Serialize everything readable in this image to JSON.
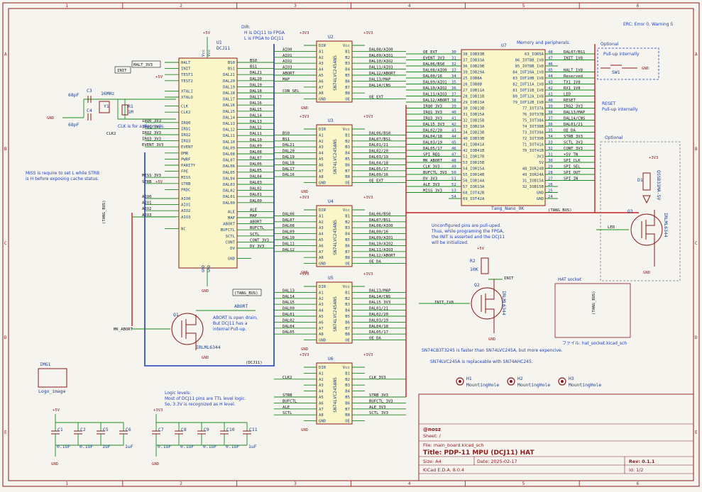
{
  "erc": "ERC: Error 0, Warning 5",
  "grid": {
    "cols": [
      "1",
      "2",
      "3",
      "4",
      "5",
      "6"
    ],
    "rows": [
      "A",
      "B",
      "C",
      "D",
      "E"
    ]
  },
  "u1": {
    "ref": "U1",
    "value": "DCJ11",
    "power": "+5V",
    "left_pins": [
      "HALT",
      "INIT",
      "TEST1",
      "TEST2",
      "XTALI",
      "XTALO",
      "CLK",
      "CLK2",
      "IRQ0",
      "IRQ1",
      "IRQ2",
      "IRQ3",
      "EVENT",
      "DMR",
      "PWRF",
      "PARITY",
      "FPE",
      "MISS",
      "STRB",
      "PRDC",
      "AIO0",
      "AIO1",
      "AIO2",
      "AIO3",
      "NC"
    ],
    "right_pins": [
      "BS0",
      "BS1",
      "DAL21",
      "DAL20",
      "DAL19",
      "DAL18",
      "DAL17",
      "DAL16",
      "DAL15",
      "DAL14",
      "DAL13",
      "DAL12",
      "DAL11",
      "DAL10",
      "DAL09",
      "DAL08",
      "DAL07",
      "DAL06",
      "DAL05",
      "DAL04",
      "DAL03",
      "DAL02",
      "DAL01",
      "DAL00",
      "ALE",
      "MAP",
      "ABORT",
      "BUFCTL",
      "SCTL",
      "CONT",
      "DV",
      "GND"
    ],
    "bottom_pins": [
      "Vcc",
      "Vcc",
      "GND",
      "GND"
    ]
  },
  "u1_nets_left": [
    "HALT_3V3",
    "INIT",
    "+5V",
    "",
    "",
    "",
    "CLK",
    "CLK2",
    "IRQ0_3V3",
    "IRQ1_3V3",
    "IRQ2_3V3",
    "IRQ3_3V3",
    "EVENT_3V3",
    "+5V",
    "",
    "",
    "",
    "MISS_3V3",
    "STRB",
    "",
    "AIO0",
    "AIO1",
    "AIO2",
    "AIO3",
    ""
  ],
  "u1_nets_right": [
    "BS0",
    "BS1",
    "DAL21",
    "DAL20",
    "DAL19",
    "DAL18",
    "DAL17",
    "DAL16",
    "DAL15",
    "DAL14",
    "DAL13",
    "DAL12",
    "DAL11",
    "DAL10",
    "DAL09",
    "DAL08",
    "DAL07",
    "DAL06",
    "DAL05",
    "DAL04",
    "DAL03",
    "DAL02",
    "DAL01",
    "DAL00",
    "ALE",
    "MAP",
    "ABORT",
    "BUFCTL",
    "SCTL",
    "CONT_3V3",
    "DV_3V3",
    ""
  ],
  "crystal": {
    "c3": "C3",
    "c4": "C4",
    "c_val": "68pF",
    "y1": "Y1",
    "freq": "16MHz",
    "r1": "R1",
    "r_val": "1M",
    "gnd": "GND"
  },
  "notes": {
    "dir": "DIR:",
    "dir1": "H is DCJ11 to FPGA",
    "dir2": "L is FPGA to DCJ11",
    "clk": "CLK is for a diagnosis.",
    "miss1": "MISS is require to set L while STRB",
    "miss2": "is H before exposing cache status.",
    "abort1": "ABORT is open drain,",
    "abort2": "But DCJ11 has a",
    "abort3": "internal Pull-up.",
    "logic1": "Logic levels:",
    "logic2": "Most of DCJ11 pins are TTL level logic.",
    "logic3": "So, 3.3V is recognized as H level.",
    "pullup1": "Unconfigured pins are pull-uped.",
    "pullup2": "Thus, while programing the FPGA,",
    "pullup3": "the INIT is asserted and the DCJ11",
    "pullup4": "will be initialized.",
    "sn1": "SN74CB3T3245 is faster than SN74LVC245A, but more expencive.",
    "sn2": "SN74LVC245A is replaceable with SN74AHC245.",
    "mem": "Memory and peripherals.",
    "reset1": "RESET",
    "reset2": "Pull-up internally",
    "optional": "Optional",
    "optional2": "Optional",
    "pullup_int": "Pull-up internally",
    "hat_socket": "HAT socket",
    "hat_file": "ファイル: hat_socket.kicad_sch"
  },
  "buffers": [
    {
      "ref": "U2",
      "value": "SN74LVC245ANS",
      "a": [
        "AIO0",
        "AIO1",
        "AIO2",
        "AIO3",
        "ABORT",
        "MAP",
        "",
        "CON_SEL"
      ],
      "b": [
        "DAL08/AIO0",
        "DAL09/AIO1",
        "DAL10/AIO2",
        "DAL11/AIO3",
        "DAL12/ABORT",
        "DAL13/MAP",
        "DAL14/CNS",
        ""
      ],
      "oe": "OE_EXT"
    },
    {
      "ref": "U3",
      "value": "SN74LVC245ANS",
      "a": [
        "BS0",
        "BS1",
        "DAL21",
        "DAL20",
        "DAL19",
        "DAL18",
        "DAL17",
        "DAL16"
      ],
      "b": [
        "DAL06/BS0",
        "DAL07/BS1",
        "DAL01/21",
        "DAL02/20",
        "DAL03/19",
        "DAL04/18",
        "DAL05/17",
        "DAL00/16"
      ],
      "oe": "OE_EXT"
    },
    {
      "ref": "U4",
      "value": "SN74LVC245ANS",
      "a": [
        "DAL06",
        "DAL07",
        "DAL08",
        "DAL09",
        "DAL10",
        "DAL11",
        "DAL12",
        ""
      ],
      "b": [
        "DAL06/BS0",
        "DAL07/BS1",
        "DAL08/AIO0",
        "DAL00/16",
        "DAL09/AIO1",
        "DAL10/AIO2",
        "DAL11/AIO3",
        "DAL12/ABORT"
      ],
      "oe": "OE_DA"
    },
    {
      "ref": "U5",
      "value": "SN74LVC245ANS",
      "a": [
        "DAL13",
        "DAL14",
        "DAL15",
        "DAL00",
        "DAL01",
        "DAL02",
        "DAL04",
        "DAL05"
      ],
      "b": [
        "DAL13/MAP",
        "DAL14/CNS",
        "DAL15_3V3",
        "DAL01/21",
        "DAL02/20",
        "DAL03/19",
        "DAL04/18",
        "DAL05/17"
      ],
      "oe": "OE_DA"
    },
    {
      "ref": "U6",
      "value": "SN74LVC245ANS",
      "a": [
        "",
        "CLK2",
        "",
        "",
        "STRB",
        "BUFCTL",
        "ALE",
        "SCTL"
      ],
      "b": [
        "",
        "CLK_3V3",
        "",
        "",
        "STRB_3V3",
        "BUFCTL_3V3",
        "ALE_3V3",
        "SCTL_3V3"
      ],
      "oe": ""
    }
  ],
  "buffer_pins_left": [
    "DIR",
    "A1",
    "A2",
    "A3",
    "A4",
    "A5",
    "A6",
    "A7",
    "A8",
    "GND"
  ],
  "buffer_pins_right": [
    "Vcc",
    "B1",
    "B2",
    "B3",
    "B4",
    "B5",
    "B6",
    "B7",
    "B8",
    "OE"
  ],
  "u7": {
    "ref": "U7",
    "value": "Tang_Nano_9K",
    "left_pins": [
      "38_IOB33B",
      "37_IOB33A",
      "36_IOB29B",
      "39_IOB29A",
      "25_IOB8A",
      "26_IOB8B",
      "27_IOB11A",
      "28_IOB11B",
      "29_IOB13A",
      "30_IOB13B",
      "31_IOB15A",
      "32_IOB15B",
      "33_IOB23A",
      "34_IOB23B",
      "40_IOB33B",
      "41_IOB41A",
      "42_IOB41B",
      "51_IOR17B",
      "53_IOR15B",
      "54_IOR15A",
      "55_IOR14B",
      "56_IOR14A",
      "57_IOR13A",
      "68_IOT42B",
      "69_IOT42A"
    ],
    "right_pins": [
      "63_IOR5A",
      "86_IOT8B_1V8",
      "85_IOT8B_1V8",
      "84_IOT10A_1V8",
      "83_IOT10B_1V8",
      "82_IOT11A_1V8",
      "81_IOT11B_1V8",
      "80_IOT12A_1V8",
      "79_IOT12B_1V8",
      "77_IOT37A",
      "76_IOT37B",
      "75_IOT38A",
      "74_IOT38B",
      "73_IOT39A",
      "72_IOT39B",
      "71_IOT41A",
      "70_IOT41B",
      "3V3",
      "5V",
      "48_IOR24B",
      "49_IOR24A",
      "31_IOB15A",
      "32_IOB15B",
      "GND",
      "GND"
    ],
    "left_pin_nums": [
      "30",
      "31",
      "32",
      "33",
      "34",
      "35",
      "36",
      "37",
      "38",
      "39",
      "40",
      "41",
      "42",
      "43",
      "44",
      "45",
      "46",
      "47",
      "48",
      "49",
      "50",
      "51",
      "52",
      "53",
      "54"
    ],
    "right_pin_nums": [
      "48",
      "47",
      "46",
      "45",
      "44",
      "43",
      "42",
      "41",
      "40",
      "39",
      "38",
      "37",
      "36",
      "35",
      "34",
      "33",
      "32",
      "31",
      "30",
      "29",
      "28",
      "27",
      "26",
      "25",
      "24"
    ]
  },
  "u7_nets_left": [
    "OE_EXT",
    "EVENT_3V3",
    "DAL06/BS0",
    "DAL08/AIO0",
    "DAL00/16",
    "DAL09/AIO1",
    "DAL10/AIO2",
    "DAL11/AIO3",
    "DAL12/ABORT",
    "IRQ0_3V3",
    "IRQ1_3V3",
    "IRQ3_3V3",
    "DAL15_3V3",
    "DAL02/20",
    "DAL04/18",
    "DAL03/19",
    "DAL05/17",
    "SPI_REQ",
    "MK_ABORT",
    "CLK_3V3",
    "BUFCTL_3V3",
    "DV_3V3",
    "ALE_3V3",
    "MISS_3V3",
    ""
  ],
  "u7_nets_right": [
    "DAL07/BS1",
    "INIT_1V8",
    "",
    "HALT_1V8",
    "Reserved",
    "TX1_1V8",
    "RX1_1V8",
    "LED",
    "RESET",
    "IRQ2_3V3",
    "DAL13/MAP",
    "DAL14/CNS",
    "DAL01/21",
    "OE_DA",
    "STRB_3V3",
    "SCTL_3V3",
    "CONT_3V3",
    "+5V_TN",
    "SPI_CLK",
    "SPI_SEL",
    "SPI_OUT",
    "SPI_IN",
    "",
    "",
    ""
  ],
  "u7_bus": "(TANG_BUS)",
  "tang_bus_left": "(TANG_BUS)",
  "tang_bus_mid": "(TANG_BUS)",
  "tang_bus_right": "(TANG_BUS)",
  "dcj11_bus": "(DCJ11)",
  "q1": {
    "ref": "Q1",
    "value": "IRLML6344",
    "net": "MK_ABORT",
    "abort": "ABORT",
    "gnd": "GND"
  },
  "q2": {
    "ref": "Q2",
    "value": "IRLML6344",
    "net": "INIT_1V8",
    "r2": "R2",
    "r2_val": "10K",
    "pwr": "+5V",
    "init": "INIT",
    "gnd": "GND"
  },
  "q3": {
    "ref": "Q3",
    "value": "IRLML6344",
    "net": "LED",
    "d1": "D1",
    "d1_val": "QSSD31MA-5V",
    "pwr": "+3V3",
    "gnd": "GND"
  },
  "sw1": {
    "ref": "SW1",
    "gnd": "GND"
  },
  "holes": [
    {
      "ref": "H1",
      "value": "MountingHole"
    },
    {
      "ref": "H2",
      "value": "MountingHole"
    },
    {
      "ref": "H3",
      "value": "MountingHole"
    }
  ],
  "img1": {
    "ref": "IMG1",
    "value": "Logo_image"
  },
  "caps5v": {
    "pwr": "+5V",
    "gnd": "GND",
    "refs": [
      "C1",
      "C2",
      "C5",
      "C6"
    ],
    "vals": [
      "0.1uF",
      "0.1uF",
      "1uF",
      "1uF"
    ]
  },
  "caps3v3": {
    "pwr": "+3V3",
    "gnd": "GND",
    "refs": [
      "C7",
      "C8",
      "C9",
      "C10",
      "C11"
    ],
    "vals": [
      "0.1uF",
      "0.1uF",
      "0.1uF",
      "0.1uF",
      "1uF"
    ]
  },
  "title_block": {
    "author": "@nosz",
    "sheet": "Sheet: /",
    "file": "File: main_board.kicad_sch",
    "title": "Title: PDP-11 MPU (DCJ11) HAT",
    "size": "Size: A4",
    "date": "Date: 2025-02-17",
    "rev": "Rev: 0.1.1",
    "tool": "KiCad E.D.A. 8.0.4",
    "id": "Id: 1/2"
  },
  "power": {
    "p5v": "+5V",
    "p3v3": "+3V3",
    "gnd": "GND"
  }
}
